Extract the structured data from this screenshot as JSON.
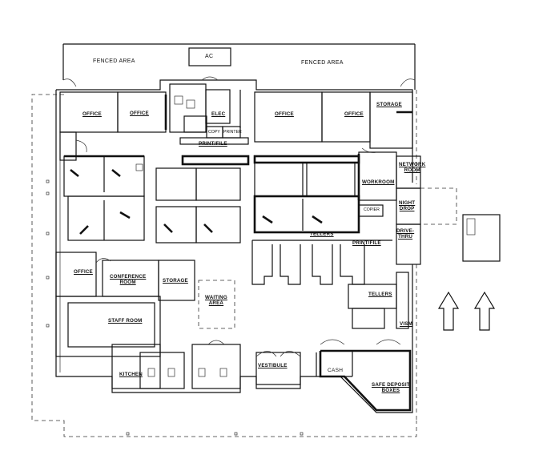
{
  "labels": {
    "fenced_area_left": "FENCED AREA",
    "fenced_area_right": "FENCED AREA",
    "ac": "AC",
    "office_1": "OFFICE",
    "office_2": "OFFICE",
    "office_3": "OFFICE",
    "office_4": "OFFICE",
    "office_5": "OFFICE",
    "elec": "ELEC",
    "copy": "COPY",
    "printer": "PRINTER",
    "print_file_top": "PRINT/FILE",
    "storage_top": "STORAGE",
    "network_room_1": "NETWORK",
    "network_room_2": "ROOM",
    "workroom": "WORKROOM",
    "copier": "COPIER",
    "tellers_top": "TELLERS",
    "print_file_mid": "PRINT/FILE",
    "night_drop_1": "NIGHT",
    "night_drop_2": "DROP",
    "drive_thru_1": "DRIVE-",
    "drive_thru_2": "THRU",
    "conference_room_1": "CONFERENCE",
    "conference_room_2": "ROOM",
    "storage_mid": "STORAGE",
    "waiting_area_1": "WAITING",
    "waiting_area_2": "AREA",
    "tellers_right": "TELLERS",
    "vism": "VISM",
    "staff_room": "STAFF ROOM",
    "kitchen": "KITCHEN",
    "vestibule": "VESTIBULE",
    "cash": "CASH",
    "safe_deposit_1": "SAFE DEPOSIT",
    "safe_deposit_2": "BOXES"
  }
}
